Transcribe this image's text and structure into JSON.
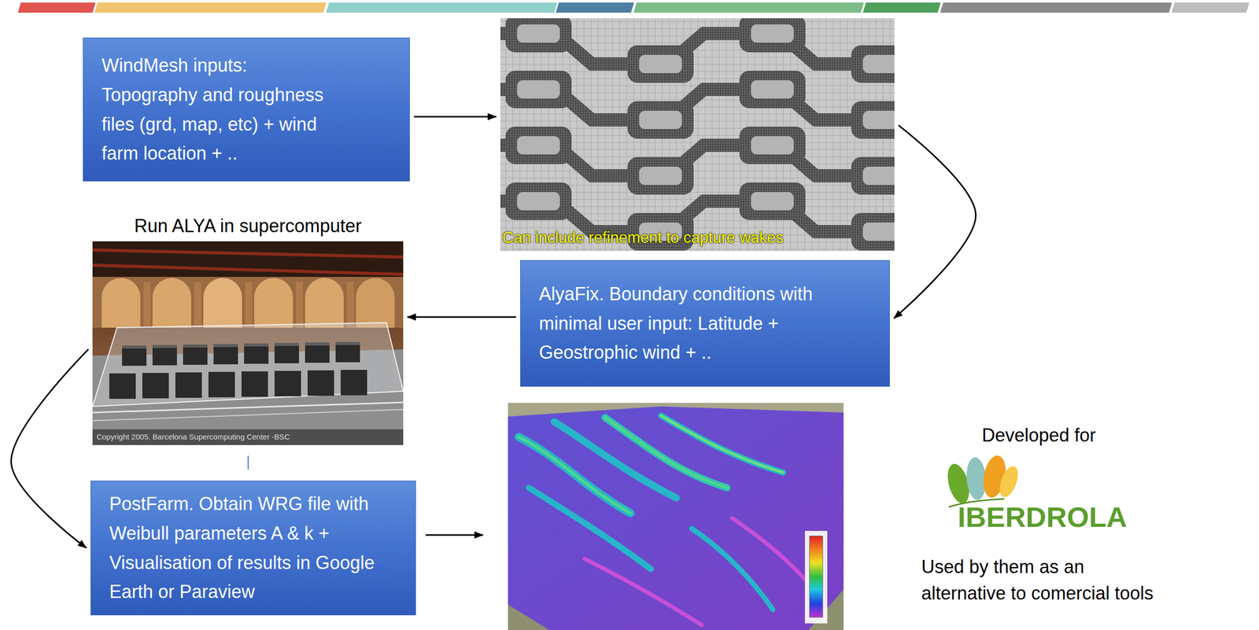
{
  "diagram": {
    "nodes": [
      {
        "text": [
          "WindMesh inputs: Topography and roughness files (grd, map, etc) + wind farm location + .."
        ]
      },
      {
        "text": [
          "Can include refinement to capture wakes"
        ]
      },
      {
        "text": [
          "Run ALYA in supercomputer",
          "Copyright 2005. Barcelona Supercomputing Center -BSC"
        ]
      },
      {
        "text": [
          "AlyaFix. Boundary conditions with minimal user input: Latitude + Geostrophic wind + .."
        ]
      },
      {
        "text": [
          "PostFarm. Obtain WRG file with Weibull parameters A & k + Visualisation of results in Google Earth or Paraview"
        ]
      }
    ],
    "edges": [
      {
        "from": 0,
        "to": 1,
        "arrow": "to"
      },
      {
        "from": 1,
        "to": 3,
        "arrow": "to"
      },
      {
        "from": 3,
        "to": 2,
        "arrow": "to"
      },
      {
        "from": 2,
        "to": 4,
        "arrow": "to"
      }
    ],
    "labels": [
      "Developed for",
      "IBERDROLA",
      "Used by them as an alternative to comercial tools"
    ]
  }
}
